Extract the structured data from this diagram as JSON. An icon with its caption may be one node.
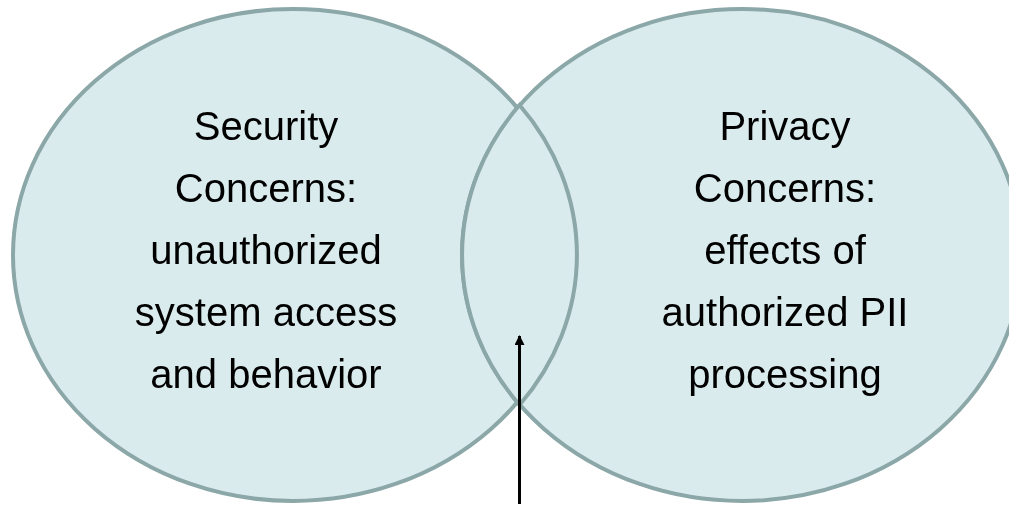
{
  "diagram": {
    "nodes": [
      {
        "text": [
          "Security Concerns: unauthorized system access and behavior"
        ]
      },
      {
        "text": [
          "Privacy Concerns: effects of authorized PII processing"
        ]
      },
      {
        "text": [],
        "shape": "lens"
      }
    ],
    "edges": [
      {
        "from": null,
        "to": 2,
        "arrow": "to"
      }
    ]
  }
}
